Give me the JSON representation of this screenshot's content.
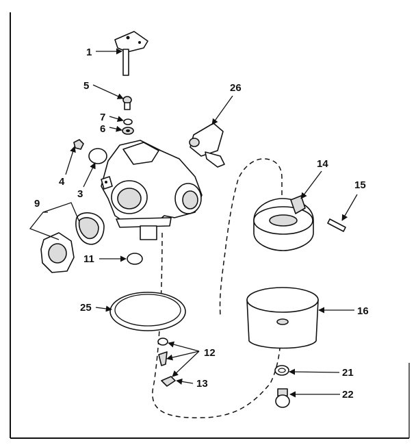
{
  "labels": {
    "l1": "1",
    "l3": "3",
    "l4": "4",
    "l5": "5",
    "l6": "6",
    "l7": "7",
    "l9": "9",
    "l11": "11",
    "l12": "12",
    "l13": "13",
    "l14": "14",
    "l15": "15",
    "l16": "16",
    "l21": "21",
    "l22": "22",
    "l25": "25",
    "l26": "26"
  }
}
